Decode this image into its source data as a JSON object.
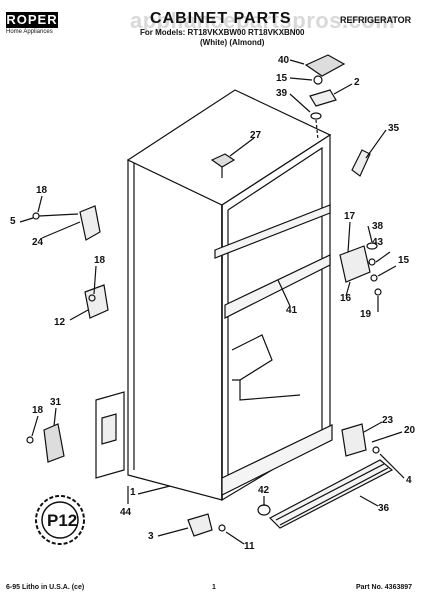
{
  "header": {
    "brand": "ROPER",
    "brand_sub": "Home Appliances",
    "watermark": "appliancepartspros.com",
    "title": "CABINET PARTS",
    "model_line": "For Models: RT18VKXBW00 RT18VKXBN00",
    "variant_line": "(White)    (Almond)",
    "section": "REFRIGERATOR"
  },
  "callouts": [
    "40",
    "15",
    "2",
    "39",
    "35",
    "27",
    "18",
    "5",
    "24",
    "17",
    "38",
    "43",
    "15",
    "18",
    "12",
    "41",
    "16",
    "19",
    "18",
    "31",
    "23",
    "20",
    "4",
    "1",
    "44",
    "42",
    "36",
    "3",
    "11"
  ],
  "footer": {
    "left": "6-95 Litho in U.S.A. (ce)",
    "page": "1",
    "part_no": "Part No. 4363897"
  }
}
